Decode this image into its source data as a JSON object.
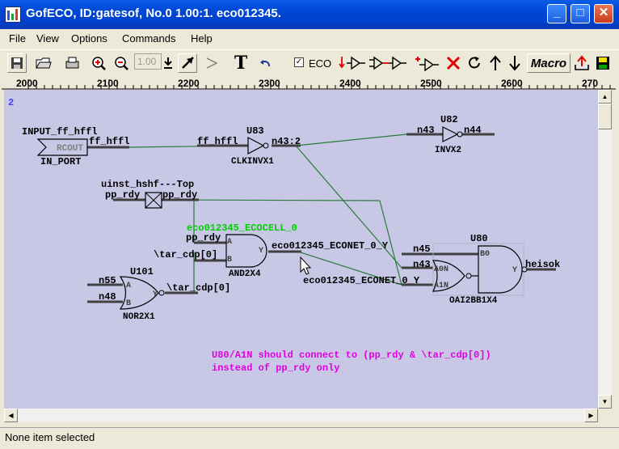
{
  "window": {
    "title": "GofECO, ID:gatesof, No.0 1.00:1. eco012345.",
    "minimize_symbol": "_",
    "maximize_symbol": "□",
    "close_symbol": "✕"
  },
  "menu": {
    "file": "File",
    "view": "View",
    "options": "Options",
    "commands": "Commands",
    "help": "Help"
  },
  "toolbar": {
    "zoom_value": "1.00",
    "eco_label": "ECO",
    "eco_checked": true,
    "macro_label": "Macro",
    "text_tool": "T"
  },
  "ruler": {
    "ticks": [
      "2000",
      "2100",
      "2200",
      "2300",
      "2400",
      "2500",
      "2600",
      "270"
    ]
  },
  "schematic": {
    "layer_number": "2",
    "input_port_name": "INPUT_ff_hffl",
    "input_port_pin": "RCOUT",
    "input_port_type": "IN_PORT",
    "input_port_net": "ff_hffl",
    "u83_net_in": "ff_hffl",
    "u83_name": "U83",
    "u83_net_out": "n43:2",
    "u83_type": "CLKINVX1",
    "u82_net_in": "n43",
    "u82_name": "U82",
    "u82_net_out": "n44",
    "u82_type": "INVX2",
    "uinst_name": "uinst_hshf---Top",
    "uinst_net_left": "pp_rdy",
    "uinst_net_right": "pp_rdy",
    "eco_cell_name": "eco012345_ECOCELL_0",
    "and_net_a": "pp_rdy",
    "and_pin_a": "A",
    "and_net_b": "\\tar_cdp[0]",
    "and_pin_b": "B",
    "and_pin_y": "Y",
    "and_type": "AND2X4",
    "eco_net_0": "eco012345_ECONET_0_Y",
    "eco_net_1": "eco012345_ECONET_0_Y",
    "u101_name": "U101",
    "u101_net_a": "n55",
    "u101_pin_a": "A",
    "u101_net_b": "n48",
    "u101_pin_b": "B",
    "u101_pin_y": "Y",
    "u101_net_out": "\\tar_cdp[0]",
    "u101_type": "NOR2X1",
    "u80_name": "U80",
    "u80_net_b0": "n45",
    "u80_pin_b0": "B0",
    "u80_net_a0n": "n43",
    "u80_pin_a0n": "A0N",
    "u80_pin_a1n": "A1N",
    "u80_pin_y": "Y",
    "u80_net_out": "heisok",
    "u80_type": "OAI2BB1X4",
    "note_line1": "U80/A1N should connect to (pp_rdy & \\tar_cdp[0])",
    "note_line2": "instead of pp_rdy only"
  },
  "colors": {
    "canvas_bg": "#c8c8e6",
    "eco_green": "#00cc00",
    "wire_green": "#2a7a3a",
    "note_magenta": "#e000e0",
    "layer_blue": "#4040ff"
  },
  "status": {
    "text": "None item selected"
  }
}
